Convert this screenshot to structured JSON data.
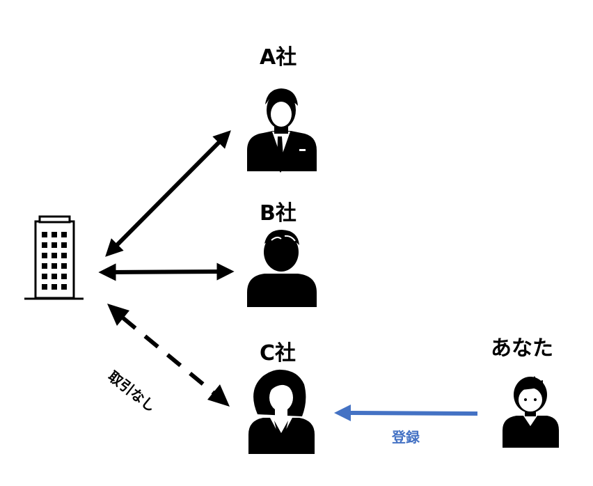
{
  "nodes": {
    "company_a": {
      "label": "A社"
    },
    "company_b": {
      "label": "B社"
    },
    "company_c": {
      "label": "C社"
    },
    "you": {
      "label": "あなた"
    }
  },
  "edges": {
    "no_deal": {
      "label": "取引なし"
    },
    "register": {
      "label": "登録",
      "color": "#4472c4"
    }
  },
  "icons": [
    "building-icon",
    "businessman-icon",
    "person-icon",
    "businesswoman-icon",
    "boy-icon"
  ]
}
